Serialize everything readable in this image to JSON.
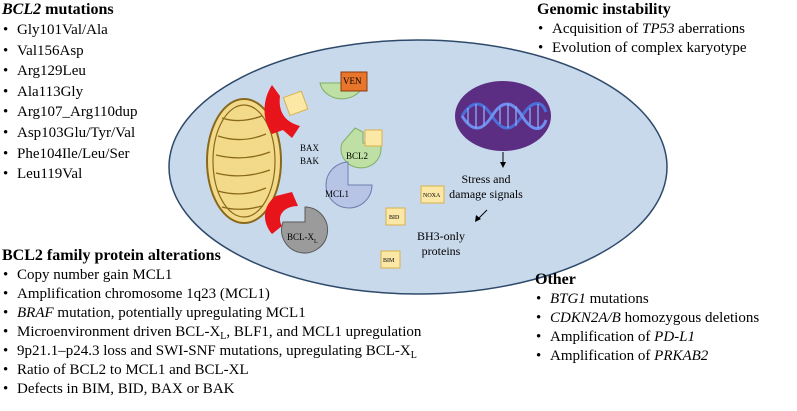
{
  "bcl2_mutations": {
    "title_gene": "BCL2",
    "title_rest": " mutations",
    "items": [
      "Gly101Val/Ala",
      "Val156Asp",
      "Arg129Leu",
      "Ala113Gly",
      "Arg107_Arg110dup",
      "Asp103Glu/Tyr/Val",
      "Phe104Ile/Leu/Ser",
      "Leu119Val"
    ]
  },
  "genomic_instability": {
    "title": "Genomic instability",
    "item1_pre": "Acquisition of ",
    "item1_gene": "TP53",
    "item1_post": " aberrations",
    "item2": "Evolution of complex karyotype"
  },
  "family_alterations": {
    "title": "BCL2 family protein alterations",
    "item1": "Copy number gain MCL1",
    "item2": "Amplification chromosome 1q23 (MCL1)",
    "item3_gene": "BRAF",
    "item3_post": " mutation, potentially upregulating MCL1",
    "item4_pre": "Microenvironment driven BCL-X",
    "item4_sub": "L",
    "item4_post": ", BLF1, and MCL1 upregulation",
    "item5_pre": "9p21.1–p24.3 loss and SWI-SNF mutations, upregulating BCL-X",
    "item5_sub": "L",
    "item6": "Ratio of BCL2 to MCL1 and BCL-XL",
    "item7": "Defects in BIM, BID, BAX or BAK"
  },
  "other": {
    "title": "Other",
    "item1_gene": "BTG1",
    "item1_post": " mutations",
    "item2_gene": "CDKN2A/B",
    "item2_post": " homozygous deletions",
    "item3_pre": "Amplification of ",
    "item3_gene": "PD-L1",
    "item4_pre": "Amplification of ",
    "item4_gene": "PRKAB2"
  },
  "cell": {
    "ven": "VEN",
    "bax": "BAX",
    "bak": "BAK",
    "bcl2": "BCL2",
    "mcl1": "MCL1",
    "bclx_main": "BCL-X",
    "bclx_sub": "L",
    "bid": "BID",
    "bim": "BIM",
    "noxa": "NOXA",
    "stress_line1": "Stress and",
    "stress_line2": "damage signals",
    "bh3_line1": "BH3-only",
    "bh3_line2": "proteins"
  },
  "colors": {
    "cell_fill": "#c9d9ec",
    "cell_stroke": "#2e4a6b",
    "mito_fill": "#f3d98a",
    "mito_stroke": "#8a6a1a",
    "red": "#e8141b",
    "ligand_fill": "#fbe7a6",
    "ligand_stroke": "#d9b24a",
    "green": "#bfe0a5",
    "blue": "#b8c4e6",
    "grey": "#9b9b9b",
    "ven": "#e8752a",
    "dna_bg": "#5b2d83",
    "dna": "#4b6fd8"
  }
}
